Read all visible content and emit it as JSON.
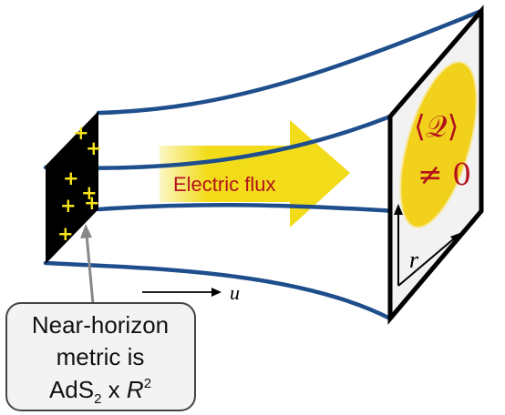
{
  "flux_label": "Electric flux",
  "operator_expr": "⟨𝒬⟩",
  "nonzero_expr": "≠ 0",
  "axis_u": "u",
  "axis_r": "r",
  "charges": [
    "+",
    "+",
    "+",
    "+",
    "+",
    "+",
    "+"
  ],
  "callout": {
    "line1": "Near-horizon",
    "line2": "metric is",
    "line3_main": "AdS",
    "line3_sub": "2",
    "line3_mid": " x ",
    "line3_var": "R",
    "line3_sup": "2"
  },
  "colors": {
    "flux_tube": "#1f4e8c",
    "arrow_fill": "#f2dc1a",
    "arrow_text": "#b3121c",
    "boundary_fill": "#f2f2f2",
    "operator_blob": "#f2d11d",
    "horizon": "#000000",
    "charge": "#f6e21b",
    "callout_fill": "#f3f3f3",
    "callout_stroke": "#444444",
    "pointer": "#888888"
  }
}
